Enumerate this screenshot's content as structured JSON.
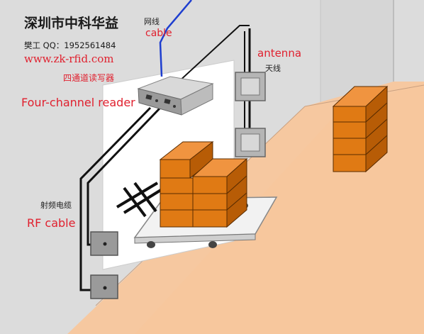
{
  "labels": {
    "company": "深圳市中科华益",
    "contact": "樊工 QQ：1952561484",
    "website": "www.zk-rfid.com",
    "network_cn": "网线",
    "network_en": "cable",
    "reader_cn": "四通道读写器",
    "reader_en": "Four-channel reader",
    "antenna_en": "antenna",
    "antenna_cn": "天线",
    "rf_cable_cn": "射频电缆",
    "rf_cable_en": "RF cable"
  },
  "colors": {
    "floor": "#f6c8a0",
    "wall": "#dcdcdc",
    "box_front": "#e07a14",
    "box_side": "#b75c06",
    "box_top": "#f09440",
    "network_cable": "#1e3ecf",
    "accent_text": "#e0202e"
  }
}
